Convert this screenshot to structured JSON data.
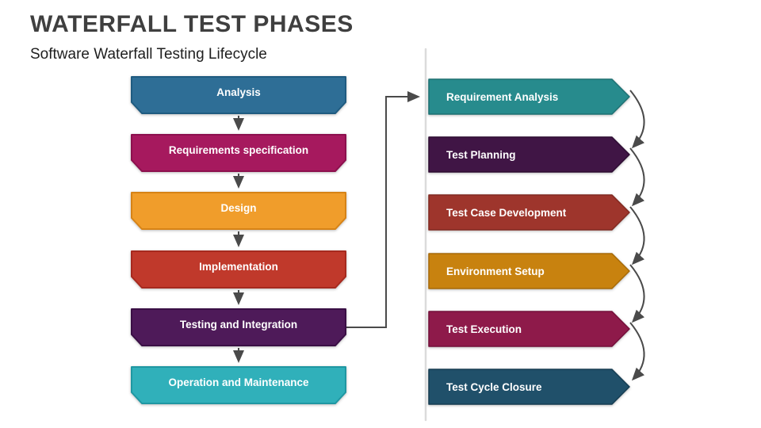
{
  "header": {
    "title": "WATERFALL TEST PHASES",
    "subtitle": "Software Waterfall Testing Lifecycle"
  },
  "left_flow": {
    "steps": [
      {
        "label": "Analysis",
        "fill": "#2e6e96",
        "border": "#1f5b80"
      },
      {
        "label": "Requirements specification",
        "fill": "#a6195e",
        "border": "#8c104e"
      },
      {
        "label": "Design",
        "fill": "#f09d2b",
        "border": "#d68317"
      },
      {
        "label": "Implementation",
        "fill": "#c0392b",
        "border": "#a62a1f"
      },
      {
        "label": "Testing and Integration",
        "fill": "#4e1a59",
        "border": "#3a0f45"
      },
      {
        "label": "Operation and Maintenance",
        "fill": "#30b0ba",
        "border": "#1f97a2"
      }
    ]
  },
  "right_flow": {
    "steps": [
      {
        "label": "Requirement Analysis",
        "fill": "#278b8d",
        "border": "#1d7173"
      },
      {
        "label": "Test Planning",
        "fill": "#401545",
        "border": "#2d0c32"
      },
      {
        "label": "Test Case Development",
        "fill": "#9e352c",
        "border": "#812a21"
      },
      {
        "label": "Environment Setup",
        "fill": "#c8820f",
        "border": "#a76a08"
      },
      {
        "label": "Test Execution",
        "fill": "#8e1a4a",
        "border": "#740f3a"
      },
      {
        "label": "Test Cycle Closure",
        "fill": "#20506a",
        "border": "#163d52"
      }
    ]
  },
  "colors": {
    "connector": "#4a4a4a",
    "divider": "#d8d8d8",
    "title_text": "#3f3f3f",
    "box_text": "#ffffff"
  }
}
